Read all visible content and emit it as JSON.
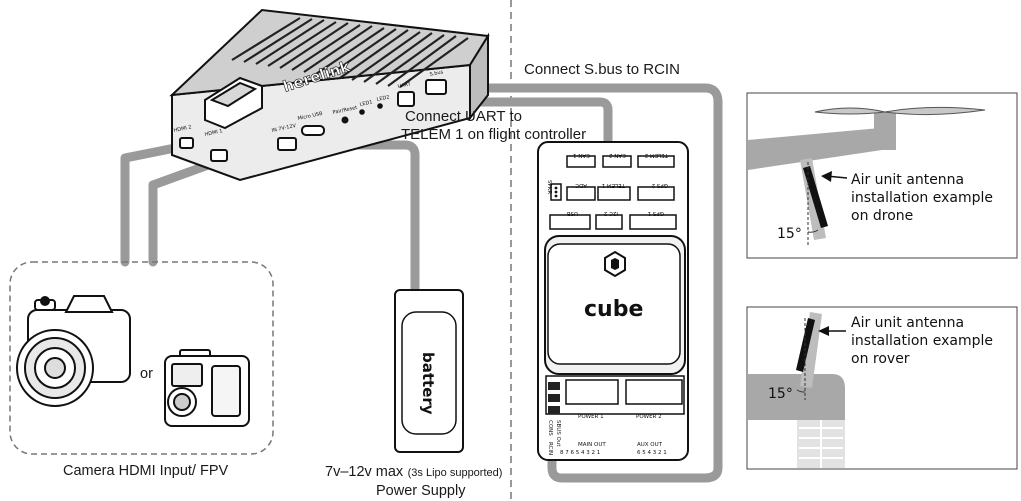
{
  "labels": {
    "sbus": "Connect S.bus to RCIN",
    "uart_line1": "Connect UART to",
    "uart_line2": "TELEM 1 on flight controller",
    "camera": "Camera HDMI Input/ FPV",
    "or": "or",
    "battery": "battery",
    "voltage_main": "7v–12v max",
    "voltage_note": "(3s Lipo supported)",
    "power_supply": "Power Supply",
    "cube": "cube"
  },
  "device": {
    "brand": "herelink",
    "ports": {
      "hdmi2": "HDMI 2",
      "hdmi1": "HDMI 1",
      "micro_usb": "Micro USB",
      "pair_reset": "Pair/Reset",
      "led1": "LED1",
      "led2": "LED2",
      "uart": "UART",
      "sbus": "S.bus",
      "input": "IN 7V-12V"
    }
  },
  "flight_controller": {
    "ports": [
      "CAN 1",
      "CAN 2",
      "TELEM 2",
      "ADC",
      "TELEM 1",
      "GPS 2",
      "USB",
      "I2C 2",
      "GPS 1"
    ],
    "spkr": "SPKR",
    "power1": "POWER 1",
    "power2": "POWER 2",
    "cons": "CONS",
    "sbus_out": "SBUS Out",
    "rcin": "RCIN",
    "main_out": "MAIN OUT",
    "aux_out": "AUX OUT",
    "main_pins": "8 7 6 5 4 3 2 1",
    "aux_pins": "6 5 4 3 2 1"
  },
  "drone_panel": {
    "line1": "Air unit antenna",
    "line2": "installation example",
    "line3": "on drone",
    "angle": "15°"
  },
  "rover_panel": {
    "line1": "Air unit antenna",
    "line2": "installation example",
    "line3": "on rover",
    "angle": "15°"
  }
}
